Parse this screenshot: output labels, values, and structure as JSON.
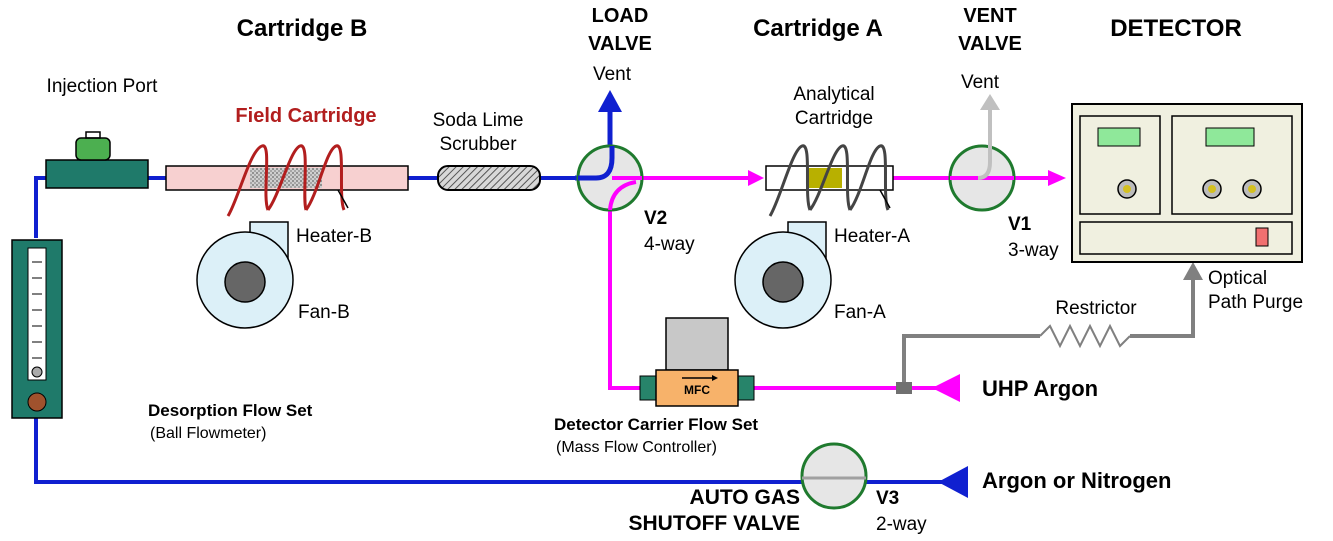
{
  "colors": {
    "blue_line": "#1020d0",
    "magenta_line": "#ff00ff",
    "gray_line": "#808080",
    "valve_fill": "#e6e6e6",
    "valve_ring": "#1f7a2e",
    "cartridge_b_fill": "#f7d0d0",
    "field_label": "#b21e1e",
    "fan_fill": "#dcf0f8",
    "detector_fill": "#f0f0e0",
    "detector_screen": "#8fe89a",
    "mfc_fill": "#f7b26a",
    "mfc_end": "#27846a",
    "injection_port": "#1f7a6a",
    "analytical_packing": "#b8b000"
  },
  "titles": {
    "cartridge_b": "Cartridge B",
    "cartridge_a": "Cartridge A",
    "load_valve_1": "LOAD",
    "load_valve_2": "VALVE",
    "vent_valve_1": "VENT",
    "vent_valve_2": "VALVE",
    "detector": "DETECTOR"
  },
  "labels": {
    "injection_port": "Injection Port",
    "field_cartridge": "Field Cartridge",
    "soda_lime_1": "Soda Lime",
    "soda_lime_2": "Scrubber",
    "vent_v2": "Vent",
    "vent_v1": "Vent",
    "analytical_1": "Analytical",
    "analytical_2": "Cartridge",
    "heater_b": "Heater-B",
    "fan_b": "Fan-B",
    "heater_a": "Heater-A",
    "fan_a": "Fan-A",
    "v2": "V2",
    "v2_type": "4-way",
    "v1": "V1",
    "v1_type": "3-way",
    "v3": "V3",
    "v3_type": "2-way",
    "optical_1": "Optical",
    "optical_2": "Path Purge",
    "restrictor": "Restrictor",
    "uhp_argon": "UHP Argon",
    "argon_nitrogen": "Argon or Nitrogen",
    "mfc": "MFC",
    "desorption_1": "Desorption Flow Set",
    "desorption_2": "(Ball Flowmeter)",
    "detector_flow_1": "Detector Carrier Flow Set",
    "detector_flow_2": "(Mass Flow Controller)",
    "auto_gas_1": "AUTO GAS",
    "auto_gas_2": "SHUTOFF VALVE"
  }
}
